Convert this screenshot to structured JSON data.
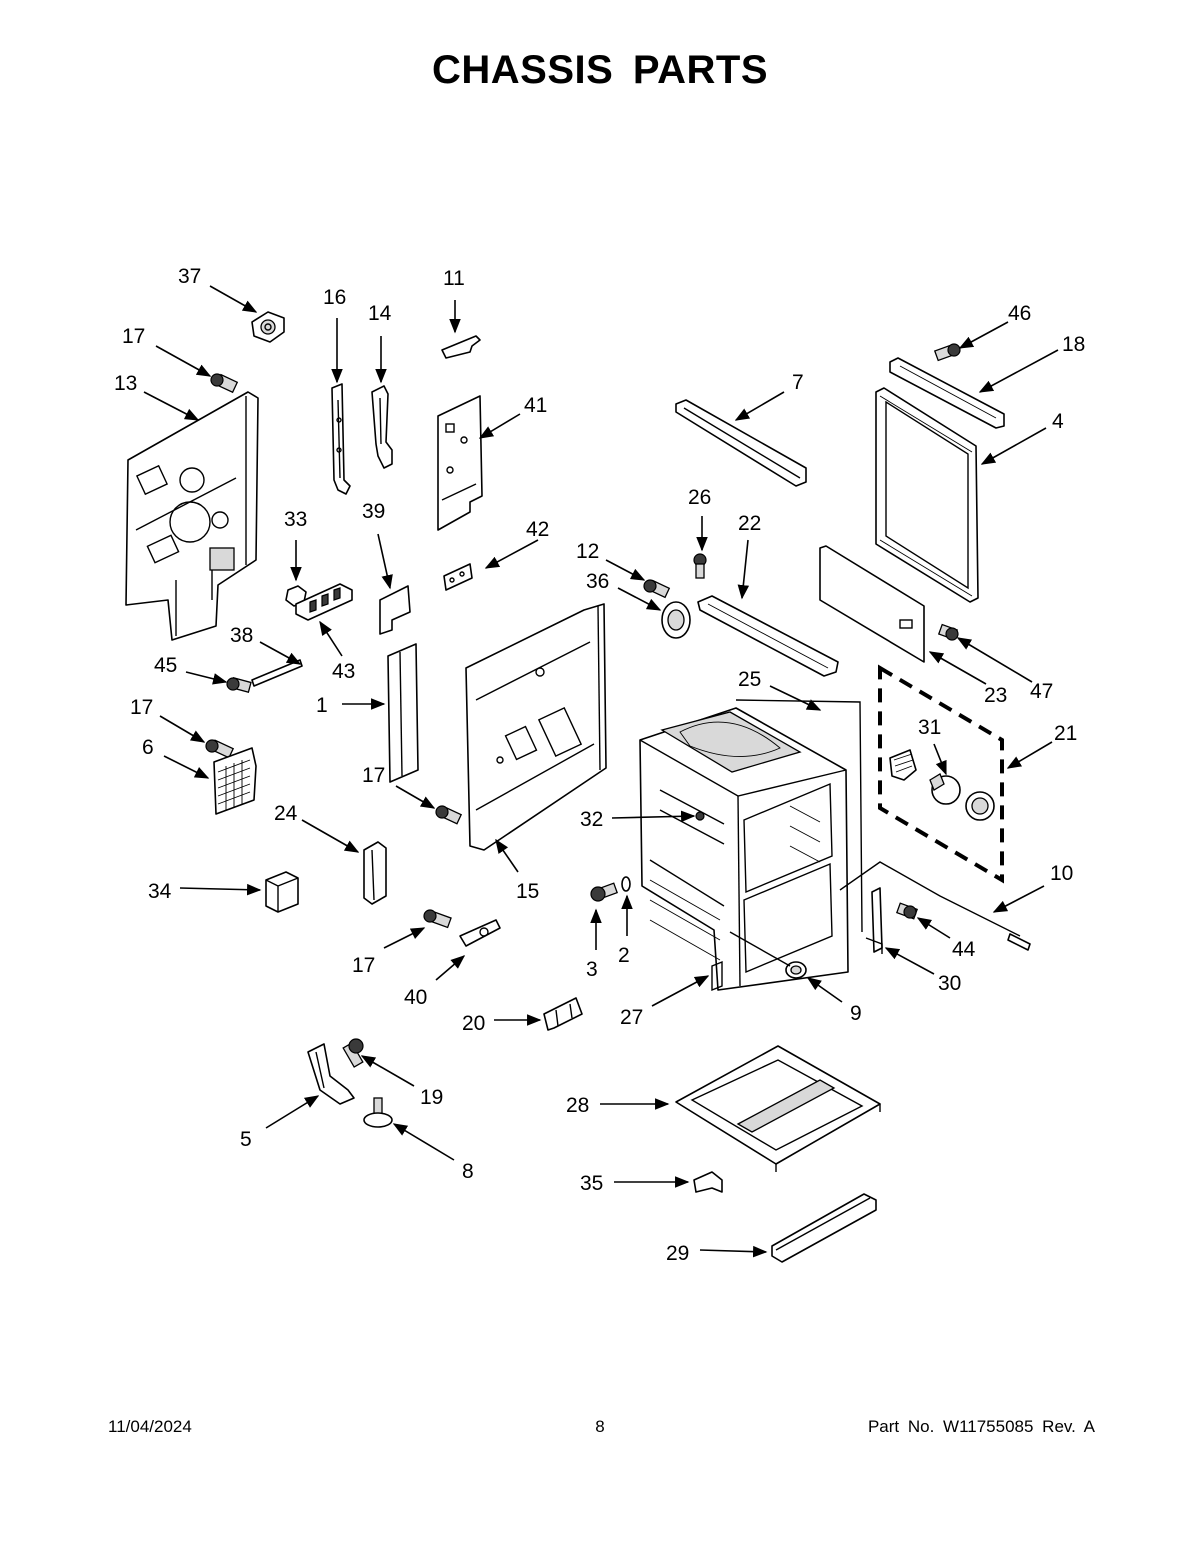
{
  "title": "CHASSIS PARTS",
  "footer": {
    "date": "11/04/2024",
    "page": "8",
    "part_number": "Part No.  W11755085  Rev.  A"
  },
  "callouts": [
    "1",
    "2",
    "3",
    "4",
    "5",
    "6",
    "7",
    "8",
    "9",
    "10",
    "11",
    "12",
    "13",
    "14",
    "15",
    "16",
    "17",
    "18",
    "19",
    "20",
    "21",
    "22",
    "23",
    "24",
    "25",
    "26",
    "27",
    "28",
    "29",
    "30",
    "31",
    "32",
    "33",
    "34",
    "35",
    "36",
    "37",
    "38",
    "39",
    "40",
    "41",
    "42",
    "43",
    "44",
    "45",
    "46",
    "47"
  ]
}
